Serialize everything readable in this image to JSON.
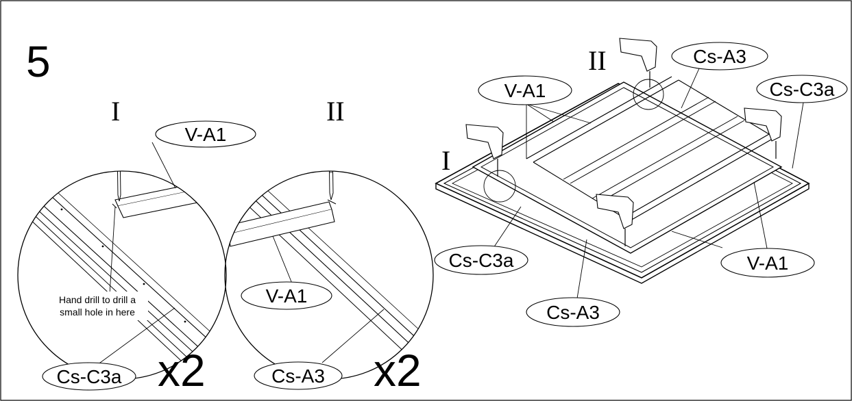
{
  "step_number": "5",
  "detail_i": {
    "roman_label": "I",
    "part_label_top": "V-A1",
    "note_line1": "Hand drill to drill a",
    "note_line2": "small hole in here",
    "part_label_bottom": "Cs-C3a",
    "quantity": "x2"
  },
  "detail_ii": {
    "roman_label": "II",
    "part_label_middle": "V-A1",
    "part_label_bottom": "Cs-A3",
    "quantity": "x2"
  },
  "assembly": {
    "marker_i": "I",
    "marker_ii": "II",
    "label_top_right_1": "Cs-A3",
    "label_top_right_2": "Cs-C3a",
    "label_top_left": "V-A1",
    "label_bottom_right": "V-A1",
    "label_bottom_left": "Cs-C3a",
    "label_bottom_center": "Cs-A3"
  }
}
